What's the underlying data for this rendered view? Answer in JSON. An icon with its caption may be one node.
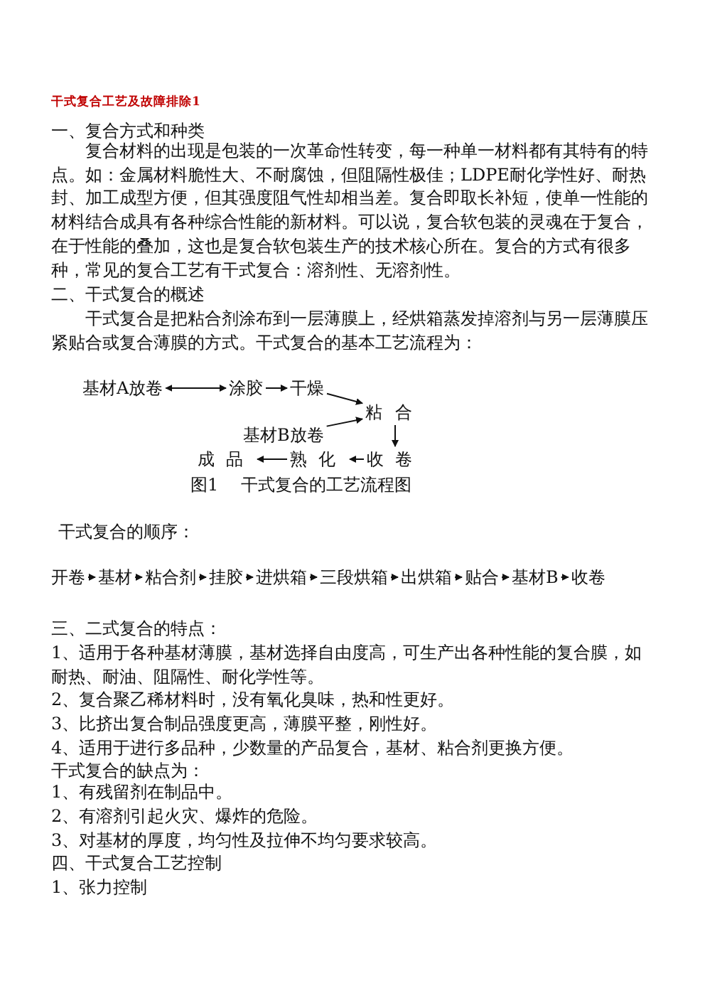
{
  "diagram": {
    "title": "干式复合工艺及故障排除1",
    "caption": "图1 干式复合的工艺流程图",
    "nodes": [
      {
        "text": [
          "基材A放卷"
        ]
      },
      {
        "text": [
          "涂胶"
        ]
      },
      {
        "text": [
          "干燥"
        ]
      },
      {
        "text": [
          "粘合"
        ]
      },
      {
        "text": [
          "基材B放卷"
        ]
      },
      {
        "text": [
          "成品"
        ]
      },
      {
        "text": [
          "熟化"
        ]
      },
      {
        "text": [
          "收卷"
        ]
      },
      {
        "text": [
          "开卷"
        ]
      },
      {
        "text": [
          "基材"
        ]
      },
      {
        "text": [
          "粘合剂"
        ]
      },
      {
        "text": [
          "挂胶"
        ]
      },
      {
        "text": [
          "进烘箱"
        ]
      },
      {
        "text": [
          "三段烘箱"
        ]
      },
      {
        "text": [
          "出烘箱"
        ]
      },
      {
        "text": [
          "贴合"
        ]
      },
      {
        "text": [
          "基材B"
        ]
      },
      {
        "text": [
          "收卷"
        ]
      }
    ],
    "edges": [
      {
        "from": 0,
        "to": 1,
        "arrow": "both"
      },
      {
        "from": 1,
        "to": 2,
        "arrow": "to"
      },
      {
        "from": 2,
        "to": 3,
        "arrow": "to"
      },
      {
        "from": 4,
        "to": 3,
        "arrow": "to"
      },
      {
        "from": 3,
        "to": 7,
        "arrow": "to"
      },
      {
        "from": 7,
        "to": 6,
        "arrow": "to"
      },
      {
        "from": 6,
        "to": 5,
        "arrow": "to"
      },
      {
        "from": 8,
        "to": 9,
        "arrow": "to"
      },
      {
        "from": 9,
        "to": 10,
        "arrow": "to"
      },
      {
        "from": 10,
        "to": 11,
        "arrow": "to"
      },
      {
        "from": 11,
        "to": 12,
        "arrow": "to"
      },
      {
        "from": 12,
        "to": 13,
        "arrow": "to"
      },
      {
        "from": 13,
        "to": 14,
        "arrow": "to"
      },
      {
        "from": 14,
        "to": 15,
        "arrow": "to"
      },
      {
        "from": 15,
        "to": 16,
        "arrow": "to"
      },
      {
        "from": 16,
        "to": 17,
        "arrow": "to"
      }
    ],
    "labels": [
      "一、复合方式和种类",
      "复合材料的出现是包装的一次革命性转变，每一种单一材料都有其特有的特点。如：金属材料脆性大、不耐腐蚀，但阻隔性极佳；LDPE耐化学性好、耐热封、加工成型方便，但其强度阻气性却相当差。复合即取长补短，使单一性能的材料结合成具有各种综合性能的新材料。可以说，复合软包装的灵魂在于复合，在于性能的叠加，这也是复合软包装生产的技术核心所在。复合的方式有很多种，常见的复合工艺有干式复合：溶剂性、无溶剂性。",
      "二、干式复合的概述",
      "干式复合是把粘合剂涂布到一层薄膜上，经烘箱蒸发掉溶剂与另一层薄膜压紧贴合或复合薄膜的方式。干式复合的基本工艺流程为：",
      "干式复合的顺序：",
      "三、二式复合的特点：",
      "1、适用于各种基材薄膜，基材选择自由度高，可生产出各种性能的复合膜，如耐热、耐油、阻隔性、耐化学性等。",
      "2、复合聚乙稀材料时，没有氧化臭味，热和性更好。",
      "3、比挤出复合制品强度更高，薄膜平整，刚性好。",
      "4、适用于进行多品种，少数量的产品复合，基材、粘合剂更换方便。",
      "干式复合的缺点为：",
      "1、有残留剂在制品中。",
      "2、有溶剂引起火灾、爆炸的危险。",
      "3、对基材的厚度，均匀性及拉伸不均匀要求较高。",
      "四、干式复合工艺控制",
      "1、张力控制"
    ]
  }
}
